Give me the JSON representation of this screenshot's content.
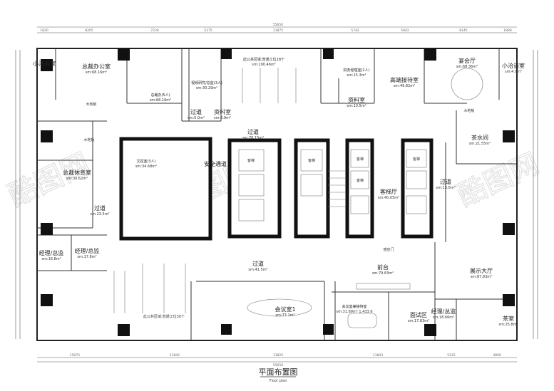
{
  "plan": {
    "title": "平面布置图",
    "subtitle": "Floor plan",
    "top_overall": "55650",
    "top_dims": [
      "1820",
      "8205",
      "7230",
      "5375",
      "11875",
      "5742",
      "5942",
      "8145",
      "1880"
    ],
    "bottom_overall": "55650",
    "bottom_dims": [
      "15075",
      "11842",
      "11825",
      "11843",
      "5225",
      "4800"
    ],
    "rooms": [
      {
        "name": "小洽谈室",
        "area": ""
      },
      {
        "name": "总裁办公室",
        "area": "sm:68.16m²"
      },
      {
        "name": "总裁办(5人)",
        "area": "sm:68.16m²"
      },
      {
        "name": "视频研究/总监(3人)",
        "area": "sm:30.29m²"
      },
      {
        "name": "过道",
        "area": "sm:5.0m²"
      },
      {
        "name": "资料室",
        "area": "sm:3.9m²"
      },
      {
        "name": "此公共区域:普通工位18个",
        "area": "sm:100.46m²"
      },
      {
        "name": "财务经理室(2人)",
        "area": "sm:15.3m²"
      },
      {
        "name": "资料室",
        "area": "sm:10.5m²"
      },
      {
        "name": "高端接待室",
        "area": "sm:49.82m²"
      },
      {
        "name": "宴会厅",
        "area": "sm:68.36m²"
      },
      {
        "name": "小洽谈室",
        "area": "sm:4.7m²"
      },
      {
        "name": "过道",
        "area": "sm:76.15m²"
      },
      {
        "name": "茶水间",
        "area": "sm:21.55m²"
      },
      {
        "name": "总裁休息室",
        "area": "sm:30.62m²"
      },
      {
        "name": "文控室(3人)",
        "area": "sm:34.68m²"
      },
      {
        "name": "安全通道",
        "area": ""
      },
      {
        "name": "客梯厅",
        "area": "sm:40.05m²"
      },
      {
        "name": "过道",
        "area": "sm:23.5m²"
      },
      {
        "name": "过道",
        "area": "sm:13.0m²"
      },
      {
        "name": "经理/总监",
        "area": "sm:16.8m²"
      },
      {
        "name": "经理/总监",
        "area": "sm:17.8m²"
      },
      {
        "name": "过道",
        "area": "sm:41.5m²"
      },
      {
        "name": "前台",
        "area": "sm:79.83m²"
      },
      {
        "name": "展示大厅",
        "area": "sm:87.83m²"
      },
      {
        "name": "会议室1",
        "area": "sm:77.1m²"
      },
      {
        "name": "会议室兼接待室",
        "area": "sm:31.89m² 1,433.6"
      },
      {
        "name": "面试区",
        "area": "sm:17.83m²"
      },
      {
        "name": "经理/总监",
        "area": "sm:18.66m²"
      },
      {
        "name": "茶室",
        "area": "sm:25.8m²"
      }
    ],
    "notes": [
      "木地板",
      "木地板",
      "木地板",
      "此公共区域:普通工位30个",
      "感应门",
      "客梯",
      "客梯",
      "客梯",
      "客梯",
      "客梯"
    ],
    "watermark": "酷图网 www.ikutu.com"
  }
}
